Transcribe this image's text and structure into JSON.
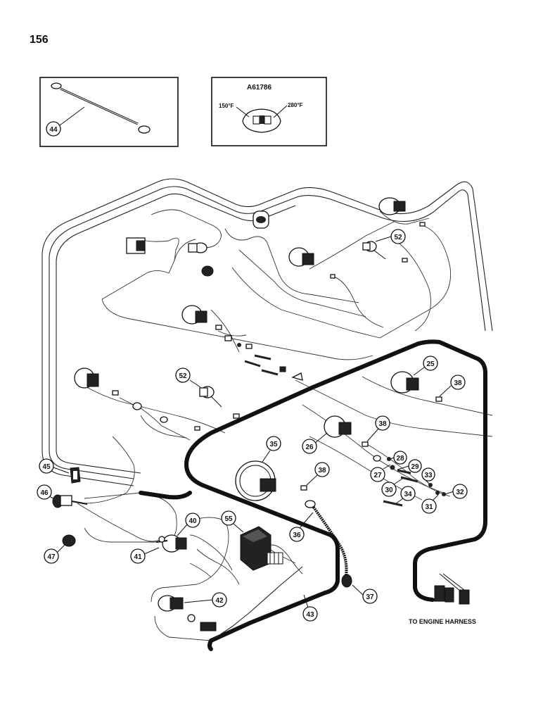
{
  "page_number": "156",
  "gauge_inset": {
    "part_number": "A61786",
    "low_temp_label": "150°F",
    "high_temp_label": "280°F"
  },
  "footer_note": "TO ENGINE HARNESS",
  "callouts": {
    "c44": "44",
    "c52a": "52",
    "c52b": "52",
    "c25": "25",
    "c38a": "38",
    "c38b": "38",
    "c38c": "38",
    "c35": "35",
    "c26": "26",
    "c28": "28",
    "c29": "29",
    "c27": "27",
    "c30": "30",
    "c33": "33",
    "c32": "32",
    "c31": "31",
    "c34": "34",
    "c45": "45",
    "c46": "46",
    "c47": "47",
    "c40": "40",
    "c41": "41",
    "c55": "55",
    "c36": "36",
    "c37": "37",
    "c42": "42",
    "c43": "43"
  }
}
